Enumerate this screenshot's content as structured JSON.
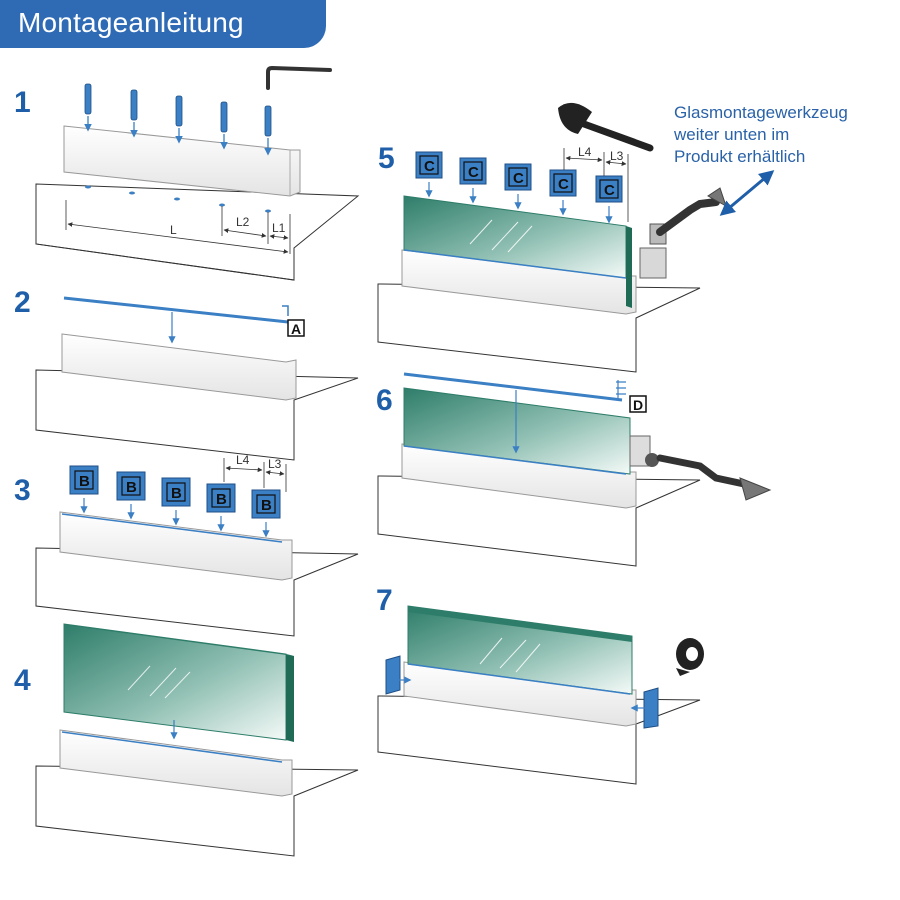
{
  "header": {
    "title": "Montageanleitung"
  },
  "steps": [
    {
      "number": "1"
    },
    {
      "number": "2"
    },
    {
      "number": "3"
    },
    {
      "number": "4"
    },
    {
      "number": "5"
    },
    {
      "number": "6"
    },
    {
      "number": "7"
    }
  ],
  "dimensions": {
    "L": "L",
    "L1": "L1",
    "L2": "L2",
    "L3": "L3",
    "L4": "L4"
  },
  "parts": {
    "A": "A",
    "B": "B",
    "C": "C",
    "D": "D"
  },
  "tool_note": {
    "line1": "Glasmontagewerkzeug",
    "line2": "weiter unten im",
    "line3": "Produkt erhältlich"
  },
  "colors": {
    "accent": "#2f6bb5",
    "glass": "#2e7d6a",
    "part_blue": "#3b7fc4",
    "line": "#333333"
  }
}
